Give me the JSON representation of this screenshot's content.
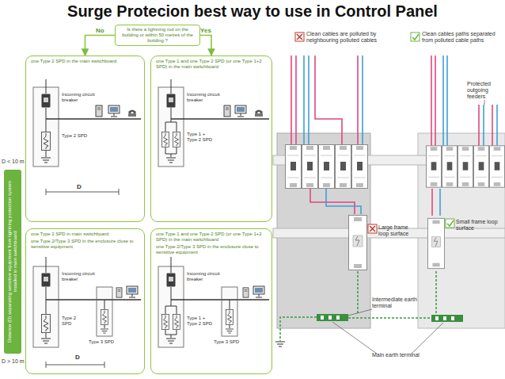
{
  "diagram": {
    "title": "Surge Protecion best way to use in Control Panel",
    "nodes": [
      {
        "text": [
          "Is there a lightning rod on the building or within 50 metres of the building ?"
        ]
      },
      {
        "text": [
          "one Type 2 SPD in the main switchboard"
        ]
      },
      {
        "text": [
          "one Type 1 and one Type 2 SPD (or one Type 1+2 SPD) in the main switchboard"
        ]
      },
      {
        "text": [
          "one Type 2 SPD in main switchboard",
          "one Type 2/Type 3 SPD in the enclosure close to sensitive equipment"
        ]
      },
      {
        "text": [
          "one Type 1 and one Type 2 SPD (or one Type 1+2 SPD) in the main switchboard",
          "one Type 2/Type 3 SPD in the enclosure close to sensitive equipment"
        ]
      },
      {
        "text": [
          "Distance (D) separating sensitive equipment from lightning protection system installed in main switchboard"
        ]
      }
    ],
    "edges": [
      {
        "from": 0,
        "to": 1,
        "label": "No",
        "arrow": "to"
      },
      {
        "from": 0,
        "to": 2,
        "label": "Yes",
        "arrow": "to"
      }
    ],
    "labels": [
      "D < 10 m",
      "Incoming circuit breaker",
      "Type 2 SPD",
      "D",
      "Incoming circuit breaker",
      "Type 1 + Type 2 SPD",
      "D > 10 m",
      "Incoming circuit breaker",
      "Type 2 SPD",
      "Type 3 SPD",
      "D",
      "Incoming circuit breaker",
      "Type 1 + Type 2 SPD",
      "Type 3 SPD",
      "Clean cables are polluted by neighbouring polluted cables",
      "Clean cables paths separated from polluted cable paths",
      "Protected outgoing feeders",
      "Large frame loop surface",
      "Small frame loop surface",
      "Intermediate earth terminal",
      "Main earth terminal"
    ]
  }
}
